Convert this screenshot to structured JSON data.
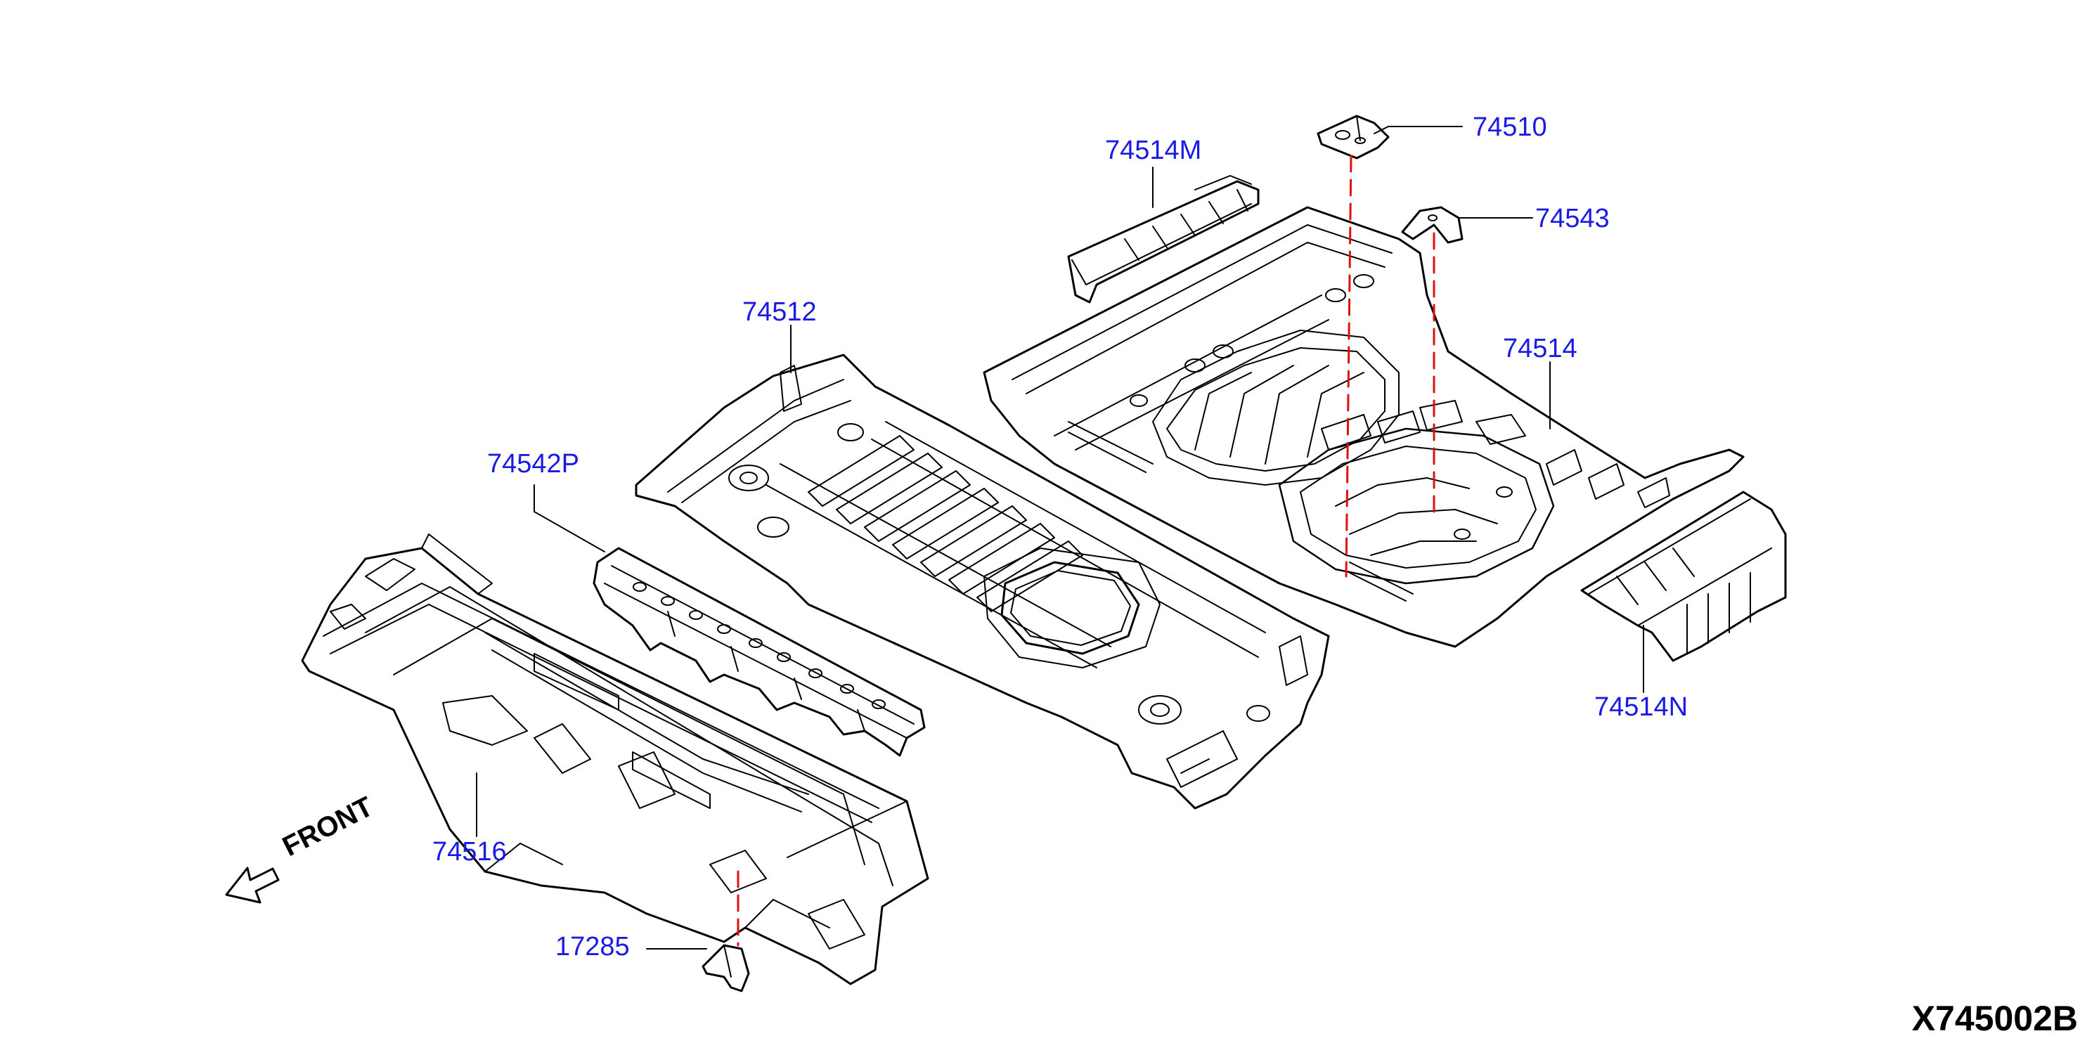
{
  "labels": {
    "p74510": "74510",
    "p74514M": "74514M",
    "p74543": "74543",
    "p74512": "74512",
    "p74514": "74514",
    "p74542P": "74542P",
    "p74514N": "74514N",
    "p74516": "74516",
    "p17285": "17285"
  },
  "front_label": "FRONT",
  "diagram_code": "X745002B",
  "colors": {
    "label": "#1a1ae6",
    "guide_dash": "#e01010",
    "line": "#000000"
  }
}
